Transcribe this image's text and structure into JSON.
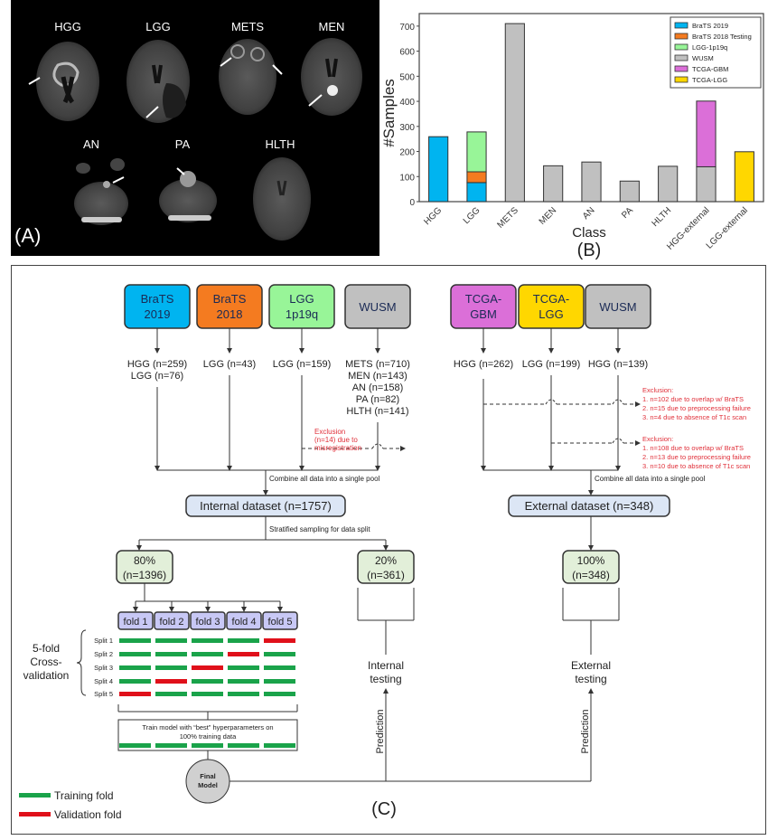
{
  "panel_a": {
    "label": "(A)",
    "images": [
      {
        "name": "HGG",
        "arrows": 1
      },
      {
        "name": "LGG",
        "arrows": 1
      },
      {
        "name": "METS",
        "arrows": 2
      },
      {
        "name": "MEN",
        "arrows": 1
      },
      {
        "name": "AN",
        "arrows": 1
      },
      {
        "name": "PA",
        "arrows": 1
      },
      {
        "name": "HLTH",
        "arrows": 0
      }
    ]
  },
  "chart_data": {
    "type": "bar",
    "stacked": true,
    "panel_label": "(B)",
    "xlabel": "Class",
    "ylabel": "#Samples",
    "ylim": [
      0,
      750
    ],
    "yticks": [
      0,
      100,
      200,
      300,
      400,
      500,
      600,
      700
    ],
    "grid": false,
    "legend_position": "top-right",
    "categories": [
      "HGG",
      "LGG",
      "METS",
      "MEN",
      "AN",
      "PA",
      "HLTH",
      "HGG-external",
      "LGG-external"
    ],
    "series": [
      {
        "name": "BraTS 2019",
        "color": "#00b4f0",
        "values": [
          259,
          76,
          0,
          0,
          0,
          0,
          0,
          0,
          0
        ]
      },
      {
        "name": "BraTS 2018 Testing",
        "color": "#f47b20",
        "values": [
          0,
          43,
          0,
          0,
          0,
          0,
          0,
          0,
          0
        ]
      },
      {
        "name": "LGG-1p19q",
        "color": "#98f598",
        "values": [
          0,
          159,
          0,
          0,
          0,
          0,
          0,
          0,
          0
        ]
      },
      {
        "name": "WUSM",
        "color": "#c0c0c0",
        "values": [
          0,
          0,
          710,
          143,
          158,
          82,
          141,
          139,
          0
        ]
      },
      {
        "name": "TCGA-GBM",
        "color": "#db6fd8",
        "values": [
          0,
          0,
          0,
          0,
          0,
          0,
          0,
          262,
          0
        ]
      },
      {
        "name": "TCGA-LGG",
        "color": "#ffd700",
        "values": [
          0,
          0,
          0,
          0,
          0,
          0,
          0,
          0,
          199
        ]
      }
    ]
  },
  "panel_c": {
    "label": "(C)",
    "internal_sources": [
      {
        "title": "BraTS 2019",
        "lines": [
          "BraTS",
          "2019"
        ],
        "color": "#00b4f0",
        "counts": [
          "HGG (n=259)",
          "LGG (n=76)"
        ]
      },
      {
        "title": "BraTS 2018",
        "lines": [
          "BraTS",
          "2018"
        ],
        "color": "#f47b20",
        "counts": [
          "LGG (n=43)"
        ]
      },
      {
        "title": "LGG 1p19q",
        "lines": [
          "LGG",
          "1p19q"
        ],
        "color": "#98f598",
        "counts": [
          "LGG (n=159)"
        ]
      },
      {
        "title": "WUSM",
        "lines": [
          "WUSM"
        ],
        "color": "#c0c0c0",
        "counts": [
          "METS (n=710)",
          "MEN (n=143)",
          "AN (n=158)",
          "PA (n=82)",
          "HLTH (n=141)"
        ]
      }
    ],
    "external_sources": [
      {
        "title": "TCGA-GBM",
        "lines": [
          "TCGA-",
          "GBM"
        ],
        "color": "#db6fd8",
        "counts": [
          "HGG (n=262)"
        ]
      },
      {
        "title": "TCGA-LGG",
        "lines": [
          "TCGA-",
          "LGG"
        ],
        "color": "#ffd700",
        "counts": [
          "LGG (n=199)"
        ]
      },
      {
        "title": "WUSM",
        "lines": [
          "WUSM"
        ],
        "color": "#c0c0c0",
        "counts": [
          "HGG (n=139)"
        ]
      }
    ],
    "internal_exclusion": [
      "Exclusion",
      "(n=14) due to",
      "misregistration"
    ],
    "external_exclusion_1": [
      "Exclusion:",
      "1.  n=102 due to overlap w/ BraTS",
      "2.  n=15 due to preprocessing failure",
      "3.  n=4 due to absence of  T1c scan"
    ],
    "external_exclusion_2": [
      "Exclusion:",
      "1.  n=108 due to overlap w/ BraTS",
      "2.  n=13 due to preprocessing failure",
      "3.  n=10 due to absence of  T1c scan"
    ],
    "combine_label": "Combine all data into a single pool",
    "internal_dataset": "Internal dataset (n=1757)",
    "external_dataset": "External dataset (n=348)",
    "stratified_label": "Stratified sampling for data split",
    "split_80": [
      "80%",
      "(n=1396)"
    ],
    "split_20": [
      "20%",
      "(n=361)"
    ],
    "split_100": [
      "100%",
      "(n=348)"
    ],
    "folds": [
      "fold 1",
      "fold 2",
      "fold 3",
      "fold 4",
      "fold 5"
    ],
    "splits": [
      {
        "label": "Split 1",
        "validation_fold": 5
      },
      {
        "label": "Split 2",
        "validation_fold": 4
      },
      {
        "label": "Split 3",
        "validation_fold": 3
      },
      {
        "label": "Split 4",
        "validation_fold": 2
      },
      {
        "label": "Split 5",
        "validation_fold": 1
      }
    ],
    "cv_label": [
      "5-fold",
      "Cross-",
      "validation"
    ],
    "train_box": [
      "Train model with “best” hyperparameters on",
      "100% training data"
    ],
    "final_model": [
      "Final",
      "Model"
    ],
    "internal_testing": [
      "Internal",
      "testing"
    ],
    "external_testing": [
      "External",
      "testing"
    ],
    "prediction": "Prediction",
    "legend": [
      {
        "label": "Training fold",
        "color": "#1aa34a"
      },
      {
        "label": "Validation fold",
        "color": "#e0101a"
      }
    ],
    "colors": {
      "dataset_box": "#dce6f5",
      "split_box": "#e2efd9",
      "fold_box": "#c8c8f5",
      "exclusion_text": "#e0303a"
    }
  }
}
